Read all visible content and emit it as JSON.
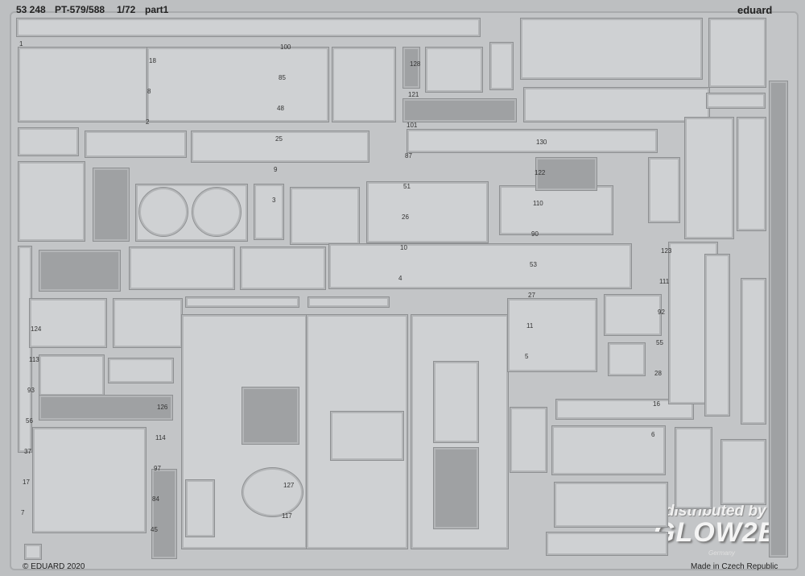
{
  "header": {
    "code": "53 248",
    "title": "PT-579/588",
    "scale": "1/72",
    "part": "part1"
  },
  "brand": "eduard",
  "copyright": "© EDUARD 2020",
  "made_in": "Made in Czech Republic",
  "watermark": {
    "line1": "distributed by",
    "logo": "GLOW2B",
    "sub": "Germany"
  },
  "part_numbers": [
    "1",
    "2",
    "3",
    "4",
    "5",
    "6",
    "7",
    "8",
    "9",
    "10",
    "11",
    "16",
    "17",
    "18",
    "25",
    "26",
    "27",
    "28",
    "37",
    "45",
    "48",
    "51",
    "53",
    "55",
    "56",
    "84",
    "85",
    "87",
    "90",
    "92",
    "93",
    "97",
    "100",
    "101",
    "110",
    "111",
    "113",
    "114",
    "117",
    "121",
    "122",
    "123",
    "124",
    "126",
    "127",
    "128",
    "130"
  ]
}
